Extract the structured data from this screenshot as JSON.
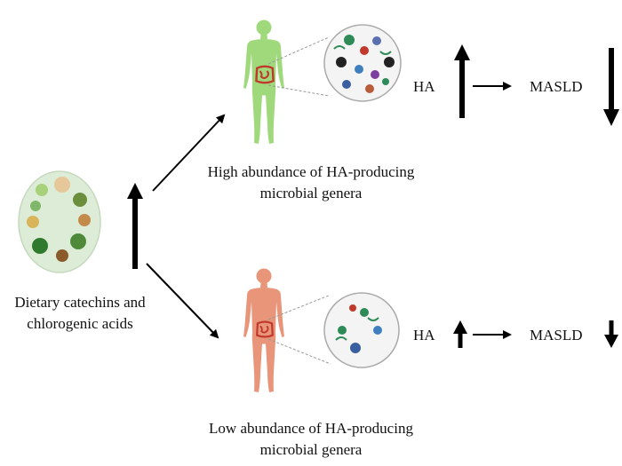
{
  "food_label": {
    "line1": "Dietary catechins and",
    "line2": "chlorogenic acids"
  },
  "top_path": {
    "caption_line1": "High abundance of HA-producing",
    "caption_line2": "microbial genera",
    "ha_label": "HA",
    "masld_label": "MASLD",
    "body_color": "#9fd97c",
    "ha_change": "large increase",
    "masld_change": "large decrease"
  },
  "bottom_path": {
    "caption_line1": "Low abundance of HA-producing",
    "caption_line2": "microbial genera",
    "ha_label": "HA",
    "masld_label": "MASLD",
    "body_color": "#e8957a",
    "ha_change": "small increase",
    "masld_change": "small decrease"
  },
  "icons": [
    "vegetables-icon",
    "human-body-icon",
    "intestine-icon",
    "microbiota-magnifier-icon",
    "increase-arrow-icon",
    "decrease-arrow-icon"
  ]
}
